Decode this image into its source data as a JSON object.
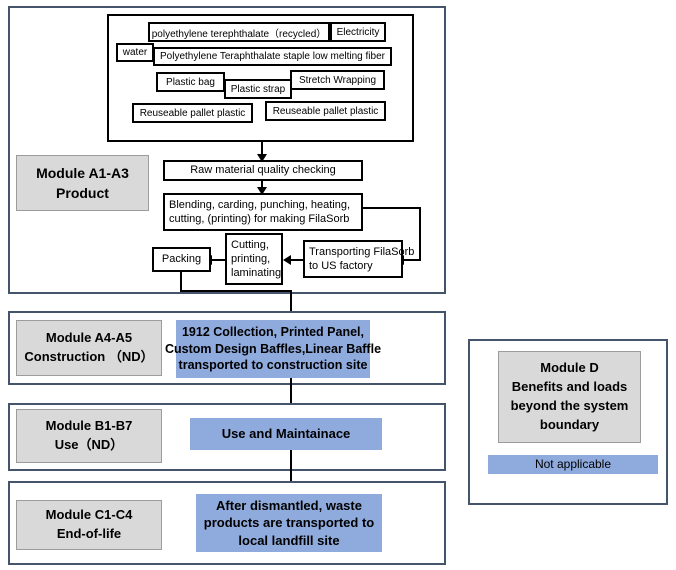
{
  "diagram": {
    "title": "Life cycle modules flow diagram",
    "colors": {
      "module_outline": "#44546A",
      "module_label_fill": "#D9D9D9",
      "process_blue": "#8FAADC",
      "connector": "#000000"
    }
  },
  "materials": {
    "items": [
      {
        "label": "polyethylene terephthalate（recycled）"
      },
      {
        "label": "Electricity"
      },
      {
        "label": "water"
      },
      {
        "label": "Polyethylene Teraphthalate staple low melting fiber"
      },
      {
        "label": "Plastic bag"
      },
      {
        "label": "Plastic strap"
      },
      {
        "label": "Stretch Wrapping"
      },
      {
        "label": "Reuseable pallet plastic"
      },
      {
        "label": "Reuseable pallet plastic"
      }
    ]
  },
  "module_a1a3": {
    "label_lines": [
      "Module A1-A3",
      "Product"
    ],
    "steps": {
      "raw_check": {
        "lines": [
          "Raw material quality checking"
        ]
      },
      "blending": {
        "lines": [
          "Blending, carding, punching, heating,",
          "cutting, (printing) for making FilaSorb"
        ]
      },
      "transport": {
        "lines": [
          "Transporting FilaSorb",
          "to US factory"
        ]
      },
      "cutting": {
        "lines": [
          "Cutting,",
          "printing,",
          "laminating"
        ]
      },
      "packing": {
        "lines": [
          "Packing"
        ]
      }
    }
  },
  "module_a4a5": {
    "label_lines": [
      "Module A4-A5",
      "Construction （ND）"
    ],
    "process_lines": [
      "1912 Collection, Printed Panel,",
      "Custom Design Baffles,Linear Baffle",
      "transported to construction site"
    ]
  },
  "module_b1b7": {
    "label_lines": [
      "Module B1-B7",
      "Use（ND）"
    ],
    "process_lines": [
      "Use and Maintainace"
    ]
  },
  "module_c1c4": {
    "label_lines": [
      "Module C1-C4",
      "End-of-life"
    ],
    "process_lines": [
      "After dismantled, waste",
      "products are transported to",
      "local landfill site"
    ]
  },
  "module_d": {
    "label_lines": [
      "Module D",
      "Benefits and loads",
      "beyond the system",
      "boundary"
    ],
    "process_lines": [
      "Not applicable"
    ]
  }
}
